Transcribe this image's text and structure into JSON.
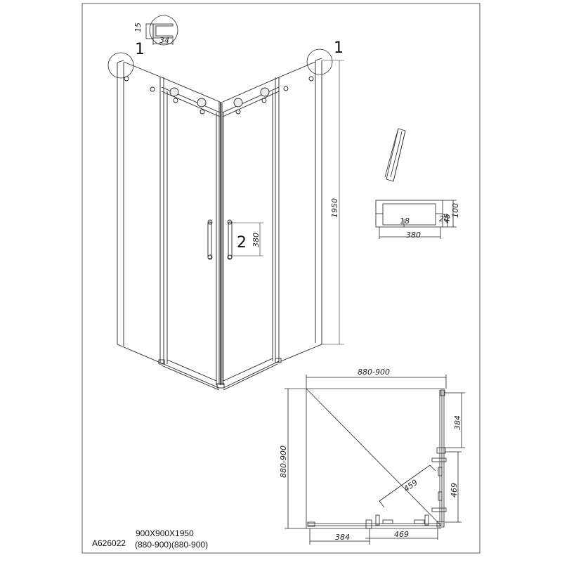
{
  "drawing": {
    "model_code": "A626022",
    "size_line1": "900X900X1950",
    "size_line2": "(880-900)(880-900)",
    "callouts": {
      "detail1_left": "1",
      "detail1_right": "1",
      "detail2": "2"
    },
    "detail_profile": {
      "height": "15",
      "width": "34"
    },
    "handle_detail": {
      "length": "380",
      "height_total": "100",
      "height_partial": "45",
      "small_a": "18",
      "small_b": "20"
    },
    "elevation": {
      "height": "1950",
      "handle_length": "380"
    },
    "plan": {
      "width_top": "880-900",
      "depth_left": "880-900",
      "right_upper": "384",
      "right_lower": "469",
      "bottom_left": "384",
      "bottom_right": "469",
      "diagonal": "459"
    }
  }
}
